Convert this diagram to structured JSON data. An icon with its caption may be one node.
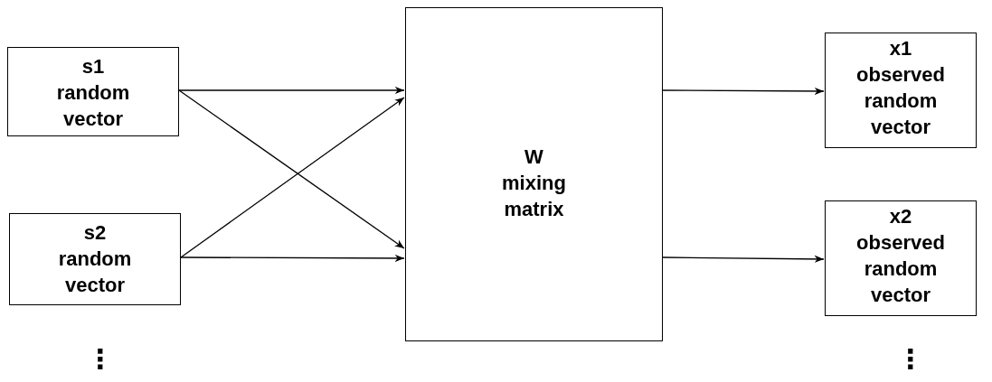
{
  "diagram": {
    "nodes": [
      {
        "text": [
          "s1",
          "random vector"
        ]
      },
      {
        "text": [
          "s2",
          "random vector"
        ]
      },
      {
        "text": [
          "W",
          "mixing matrix"
        ]
      },
      {
        "text": [
          "x1",
          "observed random vector"
        ]
      },
      {
        "text": [
          "x2",
          "observed random vector"
        ]
      }
    ],
    "edges": [
      {
        "from": 0,
        "to": 2,
        "arrow": "to"
      },
      {
        "from": 0,
        "to": 2,
        "arrow": "to"
      },
      {
        "from": 1,
        "to": 2,
        "arrow": "to"
      },
      {
        "from": 1,
        "to": 2,
        "arrow": "to"
      },
      {
        "from": 2,
        "to": 3,
        "arrow": "to"
      },
      {
        "from": 2,
        "to": 4,
        "arrow": "to"
      }
    ],
    "labels": [
      "⋮",
      "⋮"
    ]
  }
}
